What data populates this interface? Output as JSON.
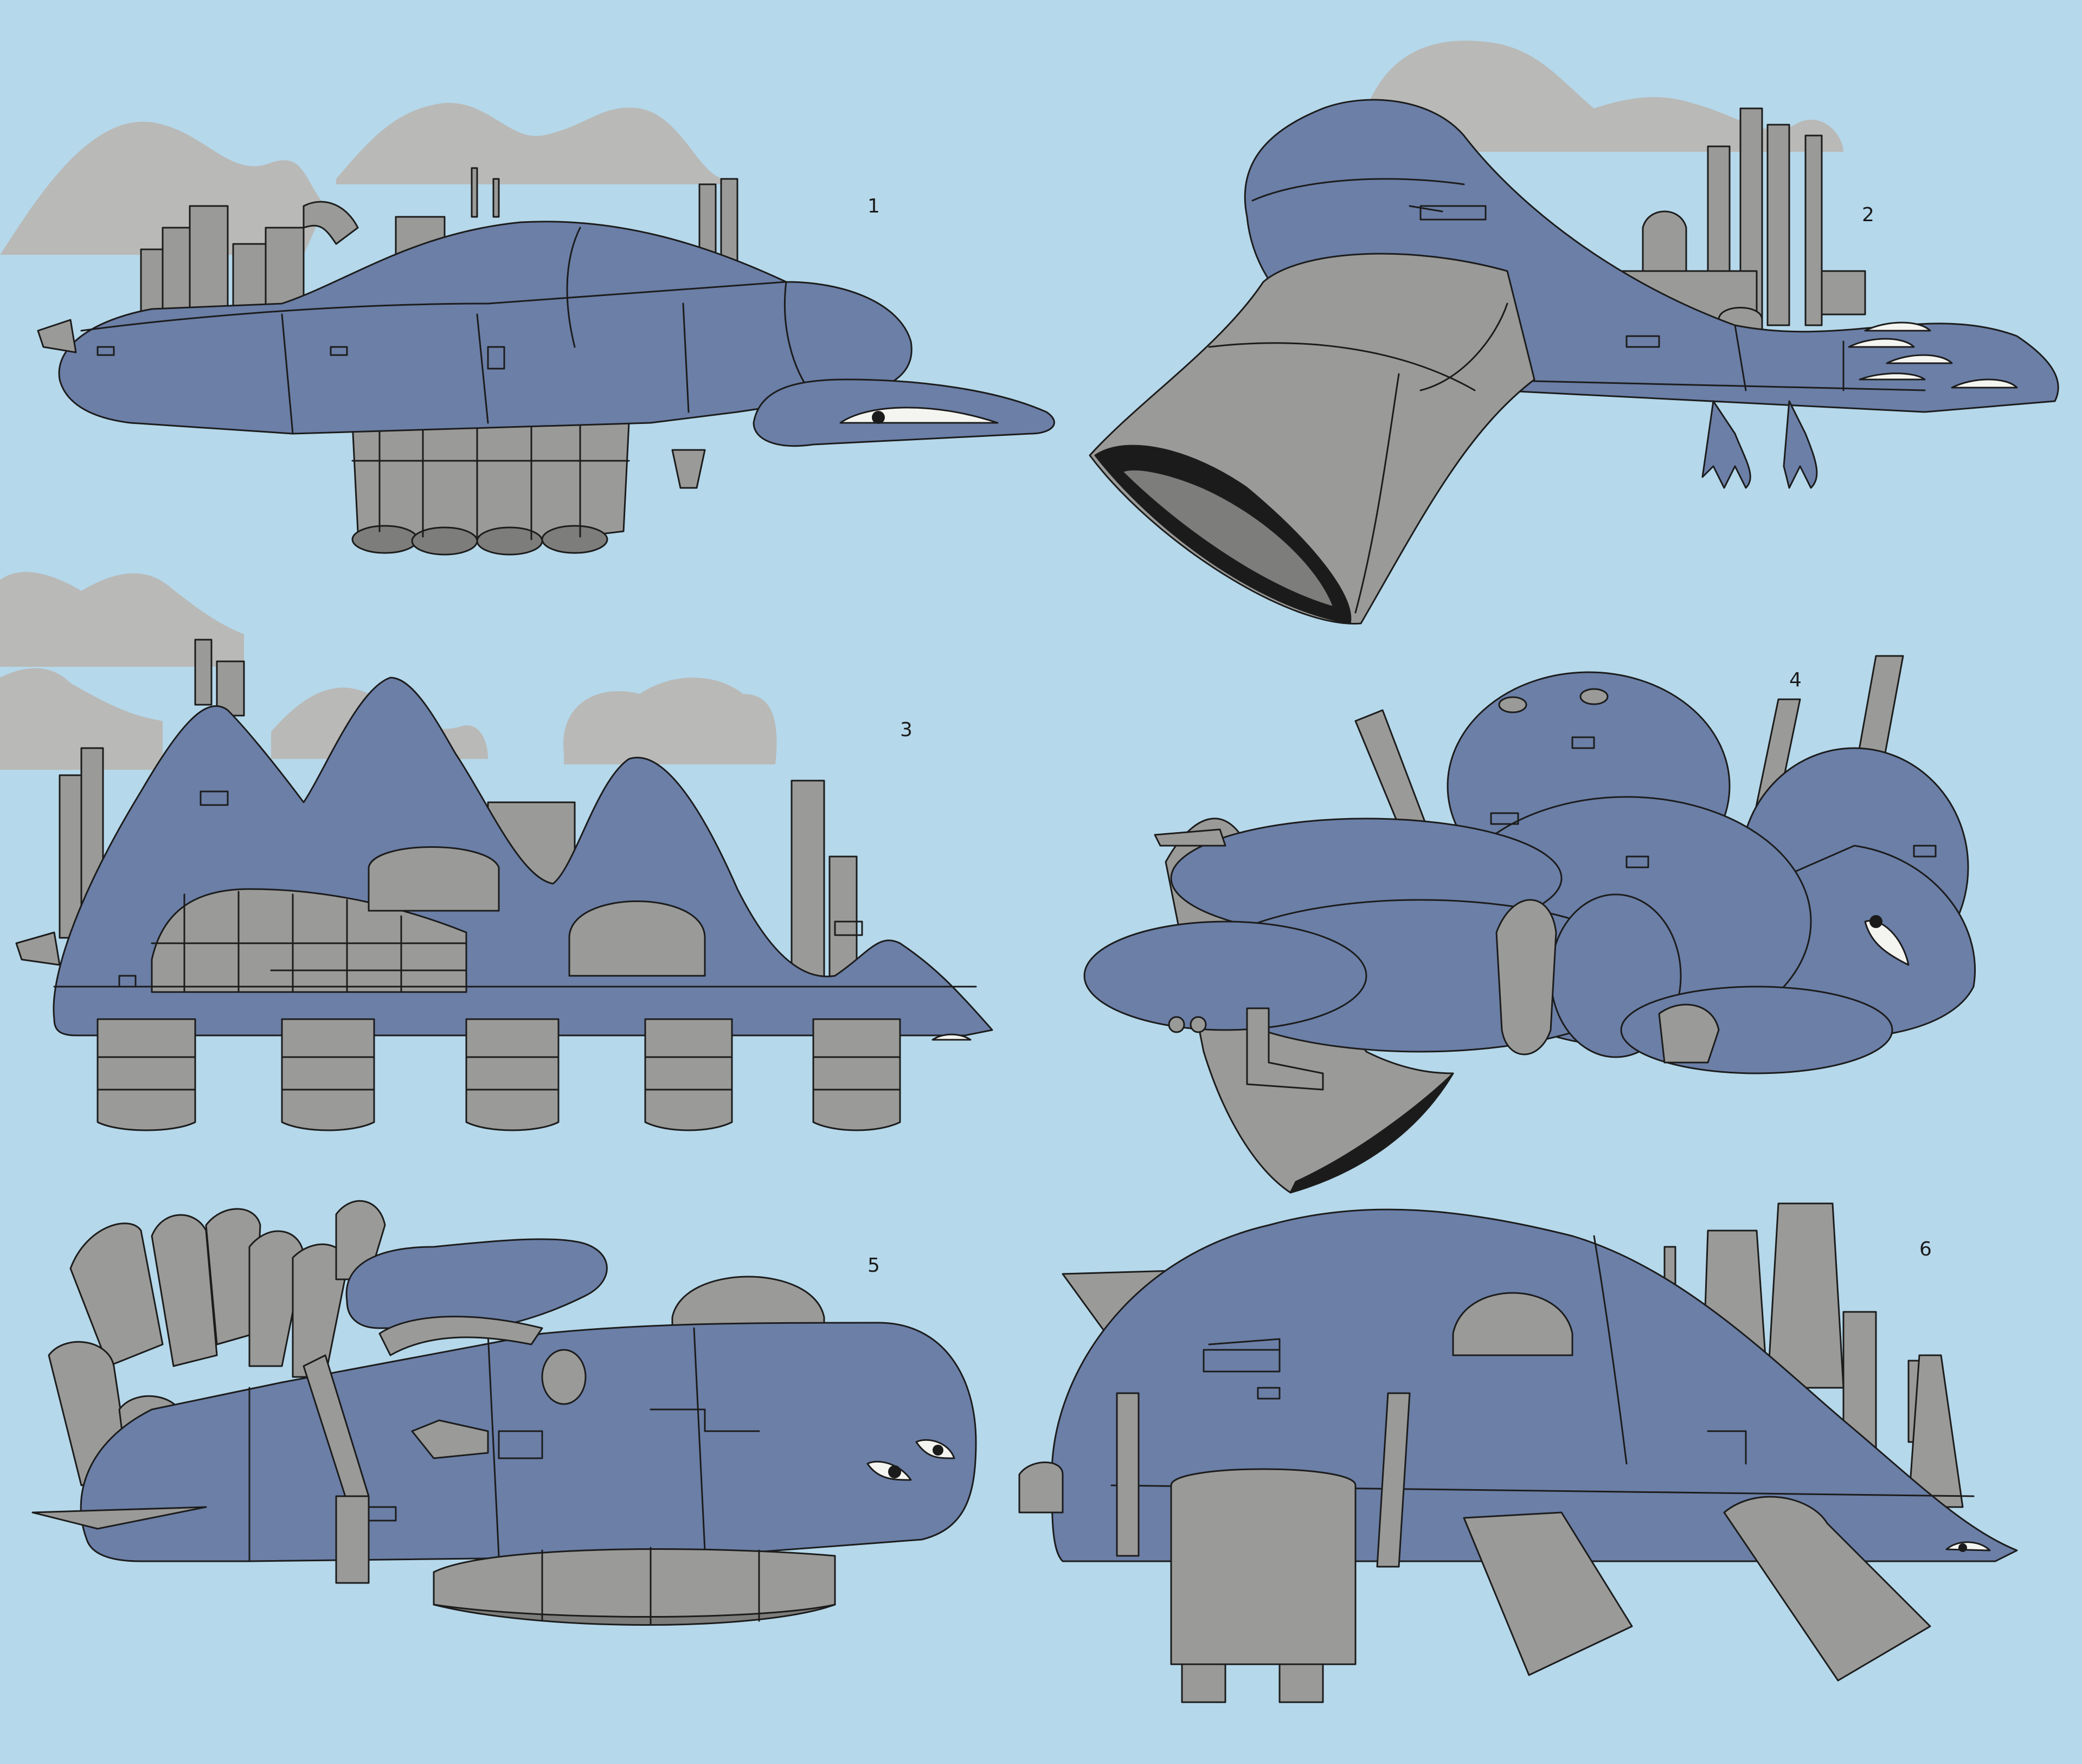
{
  "palette": {
    "background": "#b5d8ea",
    "hull_blue": "#6b7fa7",
    "metal_grey": "#9a9a98",
    "smoke_grey": "#b9b9b7",
    "outline": "#1c1c1c"
  },
  "panels": [
    {
      "number": "1"
    },
    {
      "number": "2"
    },
    {
      "number": "3"
    },
    {
      "number": "4"
    },
    {
      "number": "5"
    },
    {
      "number": "6"
    }
  ]
}
